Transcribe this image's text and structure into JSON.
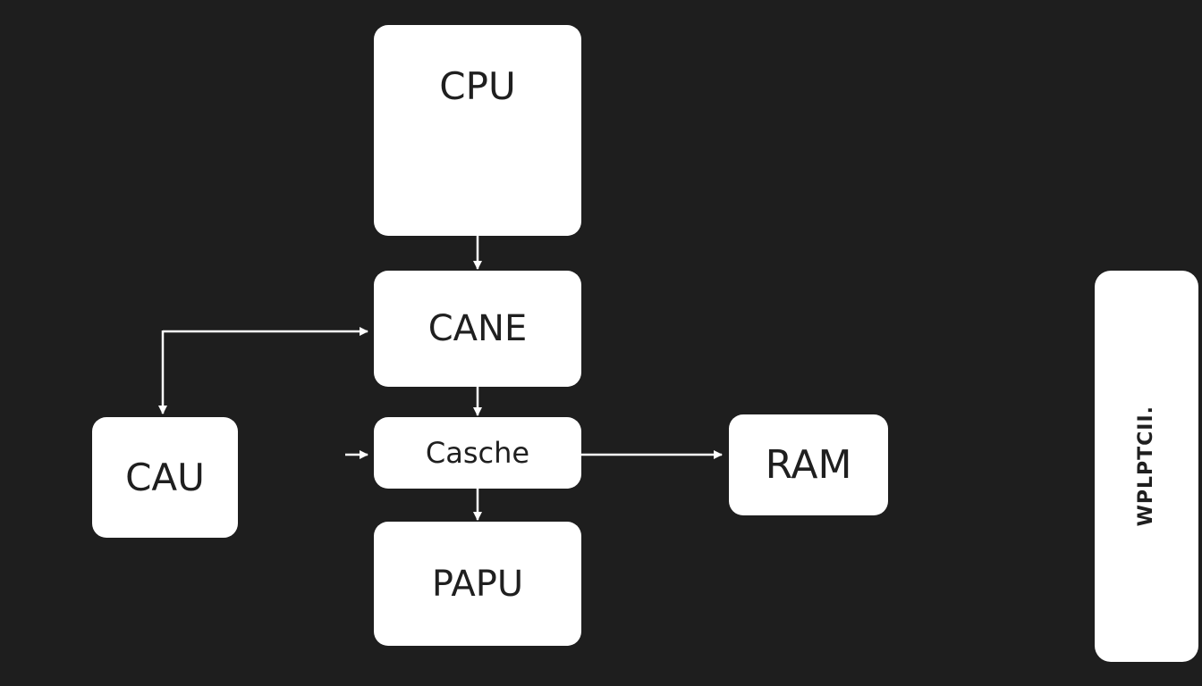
{
  "diagram": {
    "nodes": {
      "cpu": "CPU",
      "cane": "CANE",
      "cache": "Casche",
      "papu": "PAPU",
      "cau": "CAU",
      "ram": "RAM",
      "side_panel": "WPLPTCII."
    },
    "edges": [
      {
        "from": "cpu",
        "to": "cane"
      },
      {
        "from": "cane",
        "to": "cache"
      },
      {
        "from": "cache",
        "to": "papu"
      },
      {
        "from": "cache",
        "to": "ram"
      },
      {
        "from": "cau",
        "to": "cane",
        "bidirectional": true
      },
      {
        "from": "external",
        "to": "cache"
      }
    ],
    "colors": {
      "background": "#1e1e1e",
      "node_fill": "#ffffff",
      "connector": "#ffffff",
      "text": "#1f1f1f"
    }
  }
}
